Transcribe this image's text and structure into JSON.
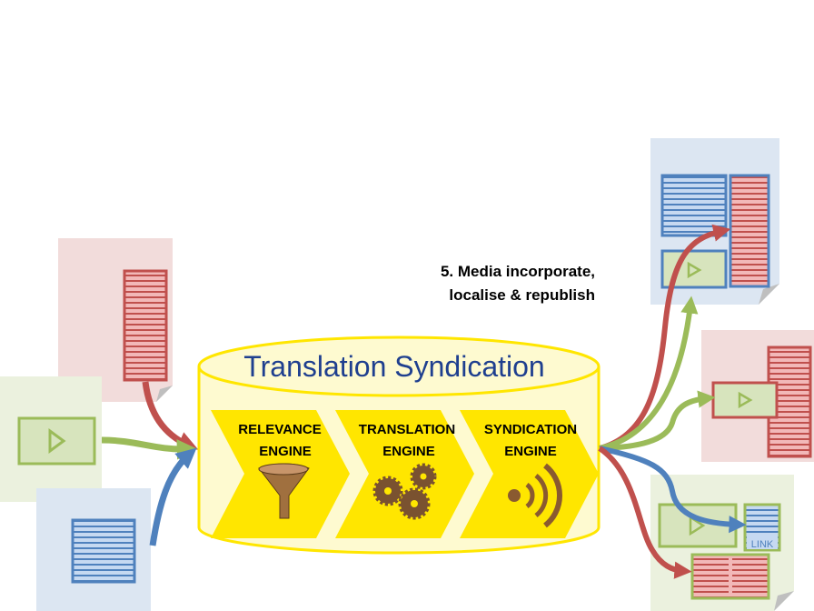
{
  "step_label": {
    "line1": "5. Media incorporate,",
    "line2": "localise & republish"
  },
  "cylinder_title": "Translation Syndication",
  "engines": [
    {
      "line1": "RELEVANCE",
      "line2": "ENGINE",
      "icon": "funnel-icon"
    },
    {
      "line1": "TRANSLATION",
      "line2": "ENGINE",
      "icon": "gears-icon"
    },
    {
      "line1": "SYNDICATION",
      "line2": "ENGINE",
      "icon": "broadcast-icon"
    }
  ],
  "link_label": "LINK",
  "colors": {
    "red": "#c0504d",
    "green": "#9bbb59",
    "blue": "#4f81bd",
    "yellow": "#ffe600",
    "title": "#1f3f8f"
  }
}
